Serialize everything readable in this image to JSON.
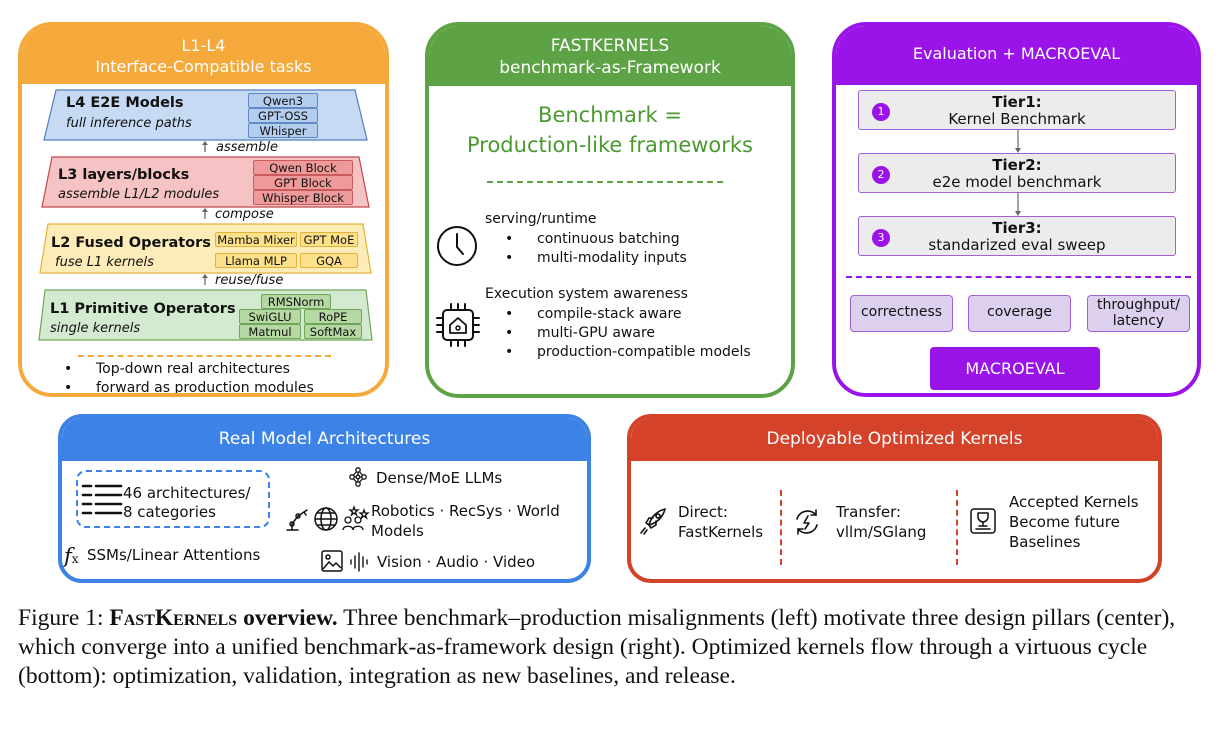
{
  "l1l4": {
    "title": "L1-L4",
    "subtitle": "Interface-Compatible tasks",
    "l4": {
      "title": "L4 E2E Models",
      "sub": "full inference paths",
      "tags": [
        "Qwen3",
        "GPT-OSS",
        "Whisper"
      ]
    },
    "conn_assemble": "assemble",
    "l3": {
      "title": "L3 layers/blocks",
      "sub": "assemble L1/L2 modules",
      "tags": [
        "Qwen Block",
        "GPT Block",
        "Whisper Block"
      ]
    },
    "conn_compose": "compose",
    "l2": {
      "title": "L2 Fused Operators",
      "sub": "fuse L1 kernels",
      "tags": [
        "Mamba Mixer",
        "GPT MoE",
        "Llama MLP",
        "GQA"
      ]
    },
    "conn_reuse": "reuse/fuse",
    "l1": {
      "title": "L1 Primitive Operators",
      "sub": "single kernels",
      "tags": [
        "RMSNorm",
        "SwiGLU",
        "RoPE",
        "Matmul",
        "SoftMax"
      ]
    },
    "bullets": [
      "Top-down real architectures",
      "forward as production modules"
    ]
  },
  "fastkernels": {
    "title": "FASTKERNELS",
    "subtitle": "benchmark-as-Framework",
    "headline1": "Benchmark =",
    "headline2": "Production-like frameworks",
    "serving": {
      "heading": "serving/runtime",
      "items": [
        "continuous batching",
        "multi-modality inputs"
      ]
    },
    "execution": {
      "heading": "Execution system awareness",
      "items": [
        "compile-stack aware",
        "multi-GPU aware",
        "production-compatible models"
      ]
    }
  },
  "evaluation": {
    "title": "Evaluation + MACROEVAL",
    "tiers": [
      {
        "num": "1",
        "title": "Tier1:",
        "sub": "Kernel Benchmark"
      },
      {
        "num": "2",
        "title": "Tier2:",
        "sub": "e2e model benchmark"
      },
      {
        "num": "3",
        "title": "Tier3:",
        "sub": "standarized eval sweep"
      }
    ],
    "metrics": [
      "correctness",
      "coverage",
      "throughput/",
      "latency"
    ],
    "macroeval": "MACROEVAL"
  },
  "real": {
    "title": "Real Model Architectures",
    "arch_line1": "46 architectures/",
    "arch_line2": "8 categories",
    "dense": "Dense/MoE LLMs",
    "robotics1": "Robotics · RecSys · World",
    "robotics2": "Models",
    "ssm": "SSMs/Linear Attentions",
    "vision": "Vision · Audio · Video"
  },
  "deploy": {
    "title": "Deployable Optimized Kernels",
    "direct1": "Direct:",
    "direct2": "FastKernels",
    "transfer1": "Transfer:",
    "transfer2": "vllm/SGlang",
    "accepted1": "Accepted Kernels",
    "accepted2": "Become future",
    "accepted3": "Baselines"
  },
  "caption": {
    "label": "Figure 1:",
    "bold_name": "FastKernels",
    "bold_rest": "overview.",
    "text": "Three benchmark–production misalignments (left) motivate three design pillars (center), which converge into a unified benchmark-as-framework design (right). Optimized kernels flow through a virtuous cycle (bottom): optimization, validation, integration as new baselines, and release."
  },
  "colors": {
    "orange": "#f5a93a",
    "green": "#5da346",
    "purple": "#9a13e9",
    "blue": "#3d82e6",
    "red": "#d44229"
  }
}
